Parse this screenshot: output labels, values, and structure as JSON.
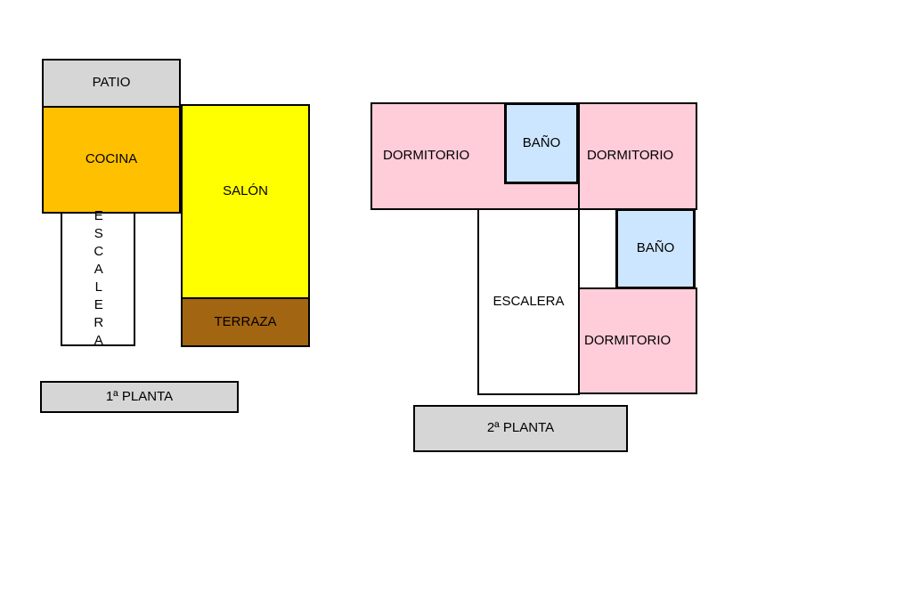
{
  "floor1": {
    "title": "1ª PLANTA",
    "rooms": {
      "patio": {
        "label": "PATIO",
        "color": "#d6d6d6"
      },
      "cocina": {
        "label": "COCINA",
        "color": "#ffc000"
      },
      "salon": {
        "label": "SALÓN",
        "color": "#ffff00"
      },
      "escalera": {
        "label": "ESCALERA",
        "color": "#ffffff"
      },
      "terraza": {
        "label": "TERRAZA",
        "color": "#a26511"
      }
    }
  },
  "floor2": {
    "title": "2ª PLANTA",
    "rooms": {
      "dormitorio_left": {
        "label": "DORMITORIO",
        "color": "#ffccd9"
      },
      "bano_top": {
        "label": "BAÑO",
        "color": "#cce6ff"
      },
      "dormitorio_right": {
        "label": "DORMITORIO",
        "color": "#ffccd9"
      },
      "escalera": {
        "label": "ESCALERA",
        "color": "#ffffff"
      },
      "bano_mid": {
        "label": "BAÑO",
        "color": "#cce6ff"
      },
      "dormitorio_bottom": {
        "label": "DORMITORIO",
        "color": "#ffccd9"
      }
    }
  },
  "colors": {
    "border": "#000000",
    "label_box": "#d6d6d6",
    "background": "#ffffff"
  }
}
